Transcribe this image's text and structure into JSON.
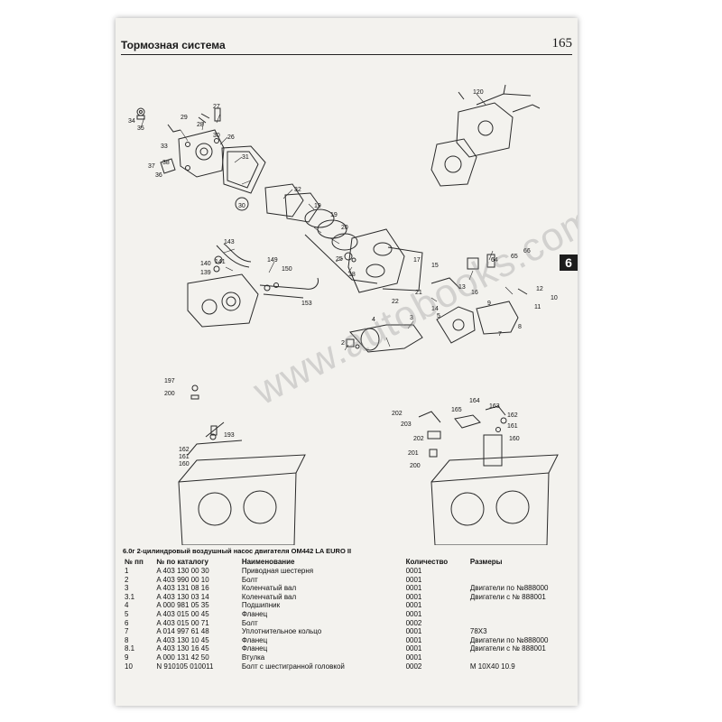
{
  "header": {
    "section_title": "Тормозная система",
    "page_number": "165"
  },
  "tab": {
    "label": "6"
  },
  "watermark": {
    "text": "www.autobooks.com.ua"
  },
  "callouts": {
    "c34": "34",
    "c35": "35",
    "c29": "29",
    "c28": "28",
    "c27": "27",
    "c30a": "30",
    "c26": "26",
    "c33": "33",
    "c31": "31",
    "c37": "37",
    "c38": "38",
    "c36": "36",
    "c30b": "30",
    "c32": "32",
    "c19a": "19",
    "c19b": "19",
    "c20": "20",
    "c17": "17",
    "c25": "25",
    "c18": "18",
    "c120": "120",
    "c143": "143",
    "c140": "140",
    "c141": "141",
    "c139": "139",
    "c149": "149",
    "c150": "150",
    "c153": "153",
    "c15": "15",
    "c13": "13",
    "c16": "16",
    "c22": "22",
    "c21": "21",
    "c14": "14",
    "c65": "65",
    "c66": "66",
    "c64": "64",
    "c12": "12",
    "c11": "11",
    "c10": "10",
    "c2": "2",
    "c4": "4",
    "c3": "3",
    "c5": "5",
    "c7": "7",
    "c9": "9",
    "c8": "8",
    "c197": "197",
    "c200a": "200",
    "c193": "193",
    "c162a": "162",
    "c161a": "161",
    "c160a": "160",
    "c202a": "202",
    "c203": "203",
    "c164": "164",
    "c165": "165",
    "c163": "163",
    "c162b": "162",
    "c161b": "161",
    "c160b": "160",
    "c202b": "202",
    "c201": "201",
    "c200b": "200"
  },
  "table": {
    "caption": "6.0г 2-цилиндровый воздушный насос двигателя OM442 LA EURO II",
    "headers": [
      "№ пп",
      "№ по каталогу",
      "Наименование",
      "Количество",
      "Размеры"
    ],
    "rows": [
      [
        "1",
        "A 403 130 00 30",
        "Приводная шестерня",
        "0001",
        ""
      ],
      [
        "2",
        "A 403 990 00 10",
        "Болт",
        "0001",
        ""
      ],
      [
        "3",
        "A 403 131 08 16",
        "Коленчатый вал",
        "0001",
        "Двигатели по №888000"
      ],
      [
        "3.1",
        "A 403 130 03 14",
        "Коленчатый вал",
        "0001",
        "Двигатели с № 888001"
      ],
      [
        "4",
        "A 000 981 05 35",
        "Подшипник",
        "0001",
        ""
      ],
      [
        "5",
        "A 403 015 00 45",
        "Фланец",
        "0001",
        ""
      ],
      [
        "6",
        "A 403 015 00 71",
        "Болт",
        "0002",
        ""
      ],
      [
        "7",
        "A 014 997 61 48",
        "Уплотнительное кольцо",
        "0001",
        "78X3"
      ],
      [
        "8",
        "A 403 130 10 45",
        "Фланец",
        "0001",
        "Двигатели по №888000"
      ],
      [
        "8.1",
        "A 403 130 16 45",
        "Фланец",
        "0001",
        "Двигатели с № 888001"
      ],
      [
        "9",
        "A 000 131 42 50",
        "Втулка",
        "0001",
        ""
      ],
      [
        "10",
        "N 910105 010011",
        "Болт с шестигранной головкой",
        "0002",
        "M 10X40 10.9"
      ]
    ]
  }
}
